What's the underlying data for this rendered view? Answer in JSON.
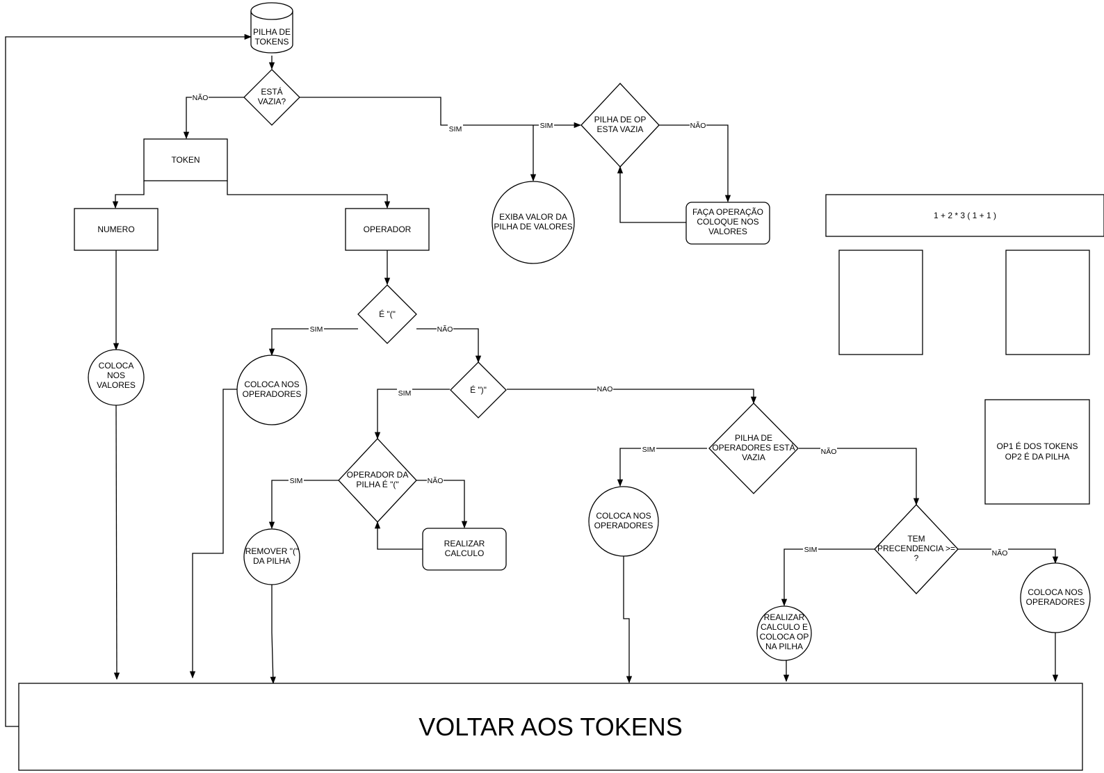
{
  "nodes": {
    "pilha_tokens": [
      "PILHA DE",
      "TOKENS"
    ],
    "esta_vazia": [
      "ESTÁ",
      "VAZIA?"
    ],
    "token": [
      "TOKEN"
    ],
    "numero": [
      "NUMERO"
    ],
    "operador": [
      "OPERADOR"
    ],
    "pilha_op_vazia": [
      "PILHA DE OP",
      "ESTA VAZIA"
    ],
    "exiba_valor": [
      "EXIBA VALOR DA",
      "PILHA DE VALORES"
    ],
    "faca_operacao": [
      "FAÇA OPERAÇÃO",
      "COLOQUE NOS",
      "VALORES"
    ],
    "expressao": [
      "1 + 2 * 3 ( 1 + 1 )"
    ],
    "e_abre": [
      "É \"(\""
    ],
    "coloca_valores": [
      "COLOCA",
      "NOS",
      "VALORES"
    ],
    "coloca_operadores_1": [
      "COLOCA NOS",
      "OPERADORES"
    ],
    "e_fecha": [
      "É \")\""
    ],
    "operador_pilha_abre": [
      "OPERADOR DA",
      "PILHA É \"(\""
    ],
    "remover_abre": [
      "REMOVER \"(\"",
      "DA PILHA"
    ],
    "realizar_calculo": [
      "REALIZAR",
      "CALCULO"
    ],
    "pilha_operadores_vazia": [
      "PILHA DE",
      "OPERADORES ESTÁ",
      "VAZIA"
    ],
    "coloca_operadores_2": [
      "COLOCA NOS",
      "OPERADORES"
    ],
    "tem_precedencia": [
      "TEM",
      "PRECENDENCIA >=",
      "?"
    ],
    "realizar_calculo_coloca": [
      "REALIZAR",
      "CALCULO E",
      "COLOCA OP",
      "NA PILHA"
    ],
    "coloca_operadores_3": [
      "COLOCA NOS",
      "OPERADORES"
    ],
    "nota_ops": [
      "OP1 É DOS TOKENS",
      "OP2 É DA PILHA"
    ],
    "voltar_tokens": [
      "VOLTAR AOS TOKENS"
    ]
  },
  "edge_labels": {
    "vazia_nao": "NÃO",
    "vazia_sim": "SIM",
    "pilhaop_sim": "SIM",
    "pilhaop_nao": "NÃO",
    "abre_sim": "SIM",
    "abre_nao": "NÃO",
    "fecha_sim": "SIM",
    "fecha_nao": "NAO",
    "oppilha_sim": "SIM",
    "oppilha_nao": "NÃO",
    "pilhaopers_sim": "SIM",
    "pilhaopers_nao": "NÃO",
    "prec_sim": "SIM",
    "prec_nao": "NÃO"
  }
}
